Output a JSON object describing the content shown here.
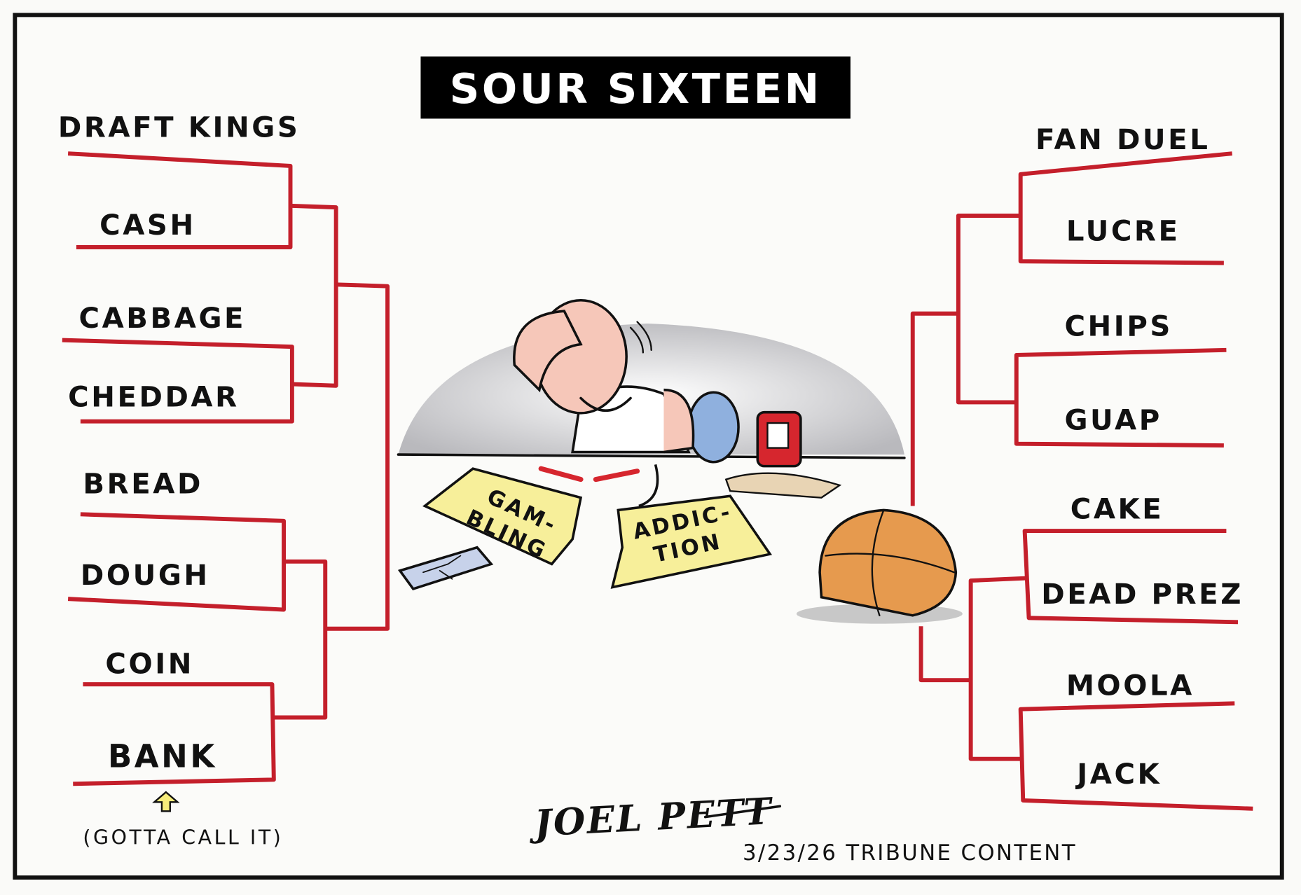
{
  "title": "SOUR SIXTEEN",
  "left_bracket": {
    "header": "DRAFT KINGS",
    "entries": [
      "CASH",
      "CABBAGE",
      "CHEDDAR",
      "BREAD",
      "DOUGH",
      "COIN",
      "BANK"
    ],
    "note": "(GOTTA CALL IT)"
  },
  "right_bracket": {
    "header": "FAN DUEL",
    "entries": [
      "LUCRE",
      "CHIPS",
      "GUAP",
      "CAKE",
      "DEAD PREZ",
      "MOOLA",
      "JACK"
    ]
  },
  "center": {
    "paper_left": [
      "GAM-",
      "BLING"
    ],
    "paper_right": [
      "ADDIC-",
      "TION"
    ]
  },
  "signature": "JOEL PETT",
  "credit": "3/23/26 TRIBUNE CONTENT",
  "colors": {
    "bracket": "#c41f2b",
    "paper": "#f7ef9a",
    "title_bg": "#000000"
  }
}
